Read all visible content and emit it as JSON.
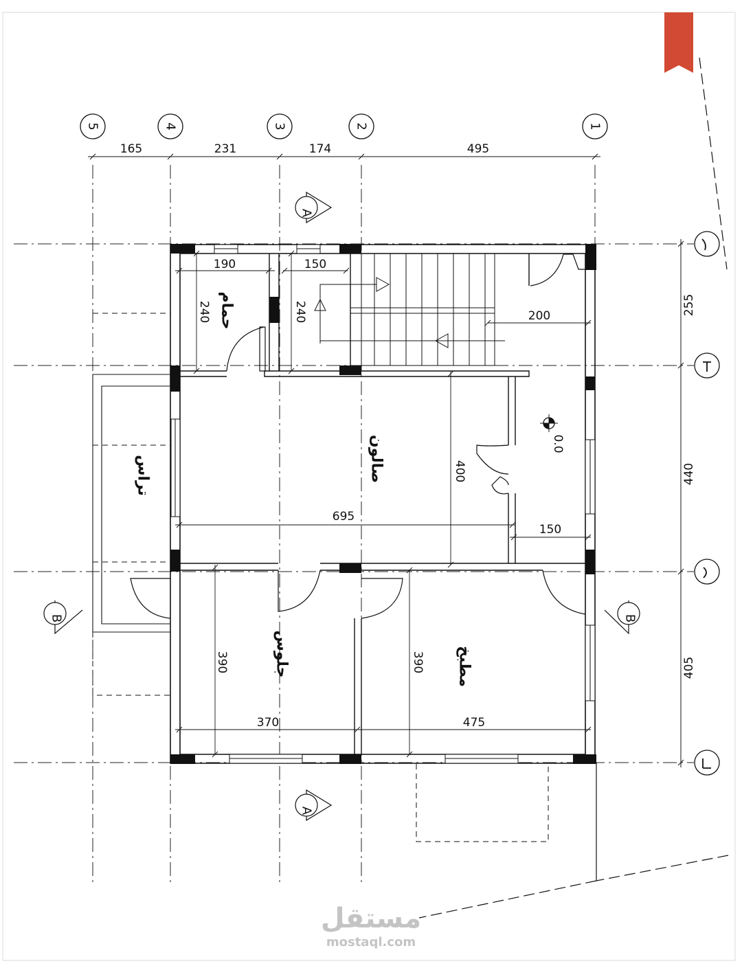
{
  "accent_color": "#d24a33",
  "grid_columns": [
    "5",
    "4",
    "3",
    "2",
    "1"
  ],
  "column_dims": [
    "165",
    "231",
    "174",
    "495"
  ],
  "row_dims": [
    "255",
    "440",
    "405"
  ],
  "sections": {
    "a": "A",
    "b": "B"
  },
  "rooms": {
    "bath": "حمام",
    "salon": "صالون",
    "terrace": "تراس",
    "sitting": "جلوس",
    "kitchen": "مطبخ"
  },
  "room_dims": {
    "bath_w": "190",
    "wc_w": "150",
    "bath_h": "240",
    "wc_h": "240",
    "stair_w": "200",
    "salon_h": "400",
    "salon_w": "695",
    "entry_w": "150",
    "sitting_h": "390",
    "kitchen_h": "390",
    "sitting_w": "370",
    "kitchen_w": "475"
  },
  "level": "0.0",
  "watermark": {
    "arabic": "مستقل",
    "latin": "mostaql.com"
  }
}
